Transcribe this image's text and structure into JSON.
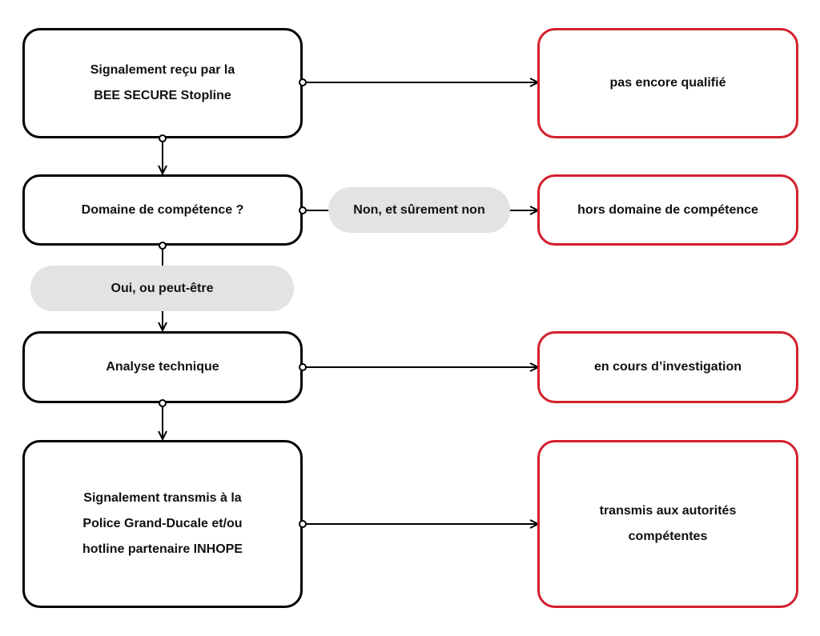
{
  "colors": {
    "process_border": "#000000",
    "outcome_border": "#d4202c",
    "label_background": "#e3e3e3",
    "text": "#111111"
  },
  "steps": {
    "report_received": [
      "Signalement reçu par la",
      "BEE SECURE Stopline"
    ],
    "competence_question": [
      "Domaine de compétence ?"
    ],
    "technical_analysis": [
      "Analyse technique"
    ],
    "report_transmitted": [
      "Signalement transmis à la",
      "Police Grand-Ducale et/ou",
      "hotline partenaire INHOPE"
    ]
  },
  "outcomes": {
    "not_yet_qualified": [
      "pas encore qualifié"
    ],
    "out_of_scope": [
      "hors domaine de compétence"
    ],
    "under_investigation": [
      "en cours d’investigation"
    ],
    "transmitted_to_authorities": [
      "transmis aux autorités",
      "compétentes"
    ]
  },
  "decision_labels": {
    "no": "Non, et sûrement non",
    "yes": "Oui, ou peut-être"
  }
}
